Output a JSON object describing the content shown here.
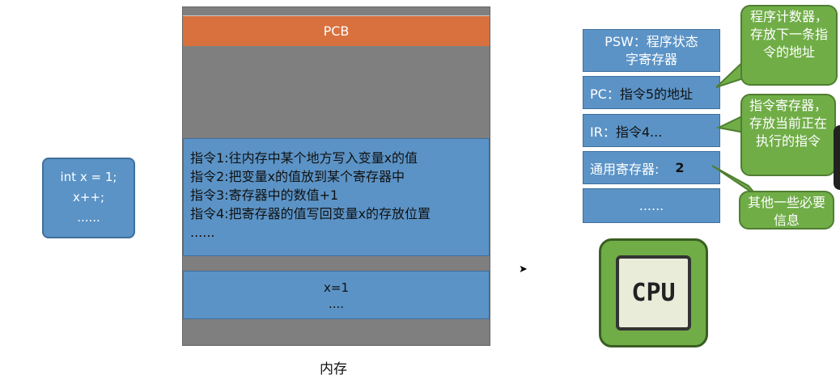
{
  "memory": {
    "pcb": "PCB",
    "instructions": [
      "指令1:往内存中某个地方写入变量x的值",
      "指令2:把变量x的值放到某个寄存器中",
      "指令3:寄存器中的数值+1",
      "指令4:把寄存器的值写回变量x的存放位置",
      "......"
    ],
    "data": [
      "x=1",
      "...."
    ],
    "label": "内存"
  },
  "code": [
    "int x = 1;",
    "x++;",
    "......"
  ],
  "registers": {
    "psw": "PSW：程序状态字寄存器",
    "pc_label": "PC：",
    "pc_value": "指令5的地址",
    "ir_label": "IR：",
    "ir_value": "指令4...",
    "gen_label": "通用寄存器:",
    "gen_value": "2",
    "more": "......"
  },
  "callouts": {
    "pc": "程序计数器，存放下一条指令的地址",
    "ir": "指令寄存器，存放当前正在执行的指令",
    "other": "其他一些必要信息"
  },
  "cpu": {
    "label": "CPU"
  }
}
